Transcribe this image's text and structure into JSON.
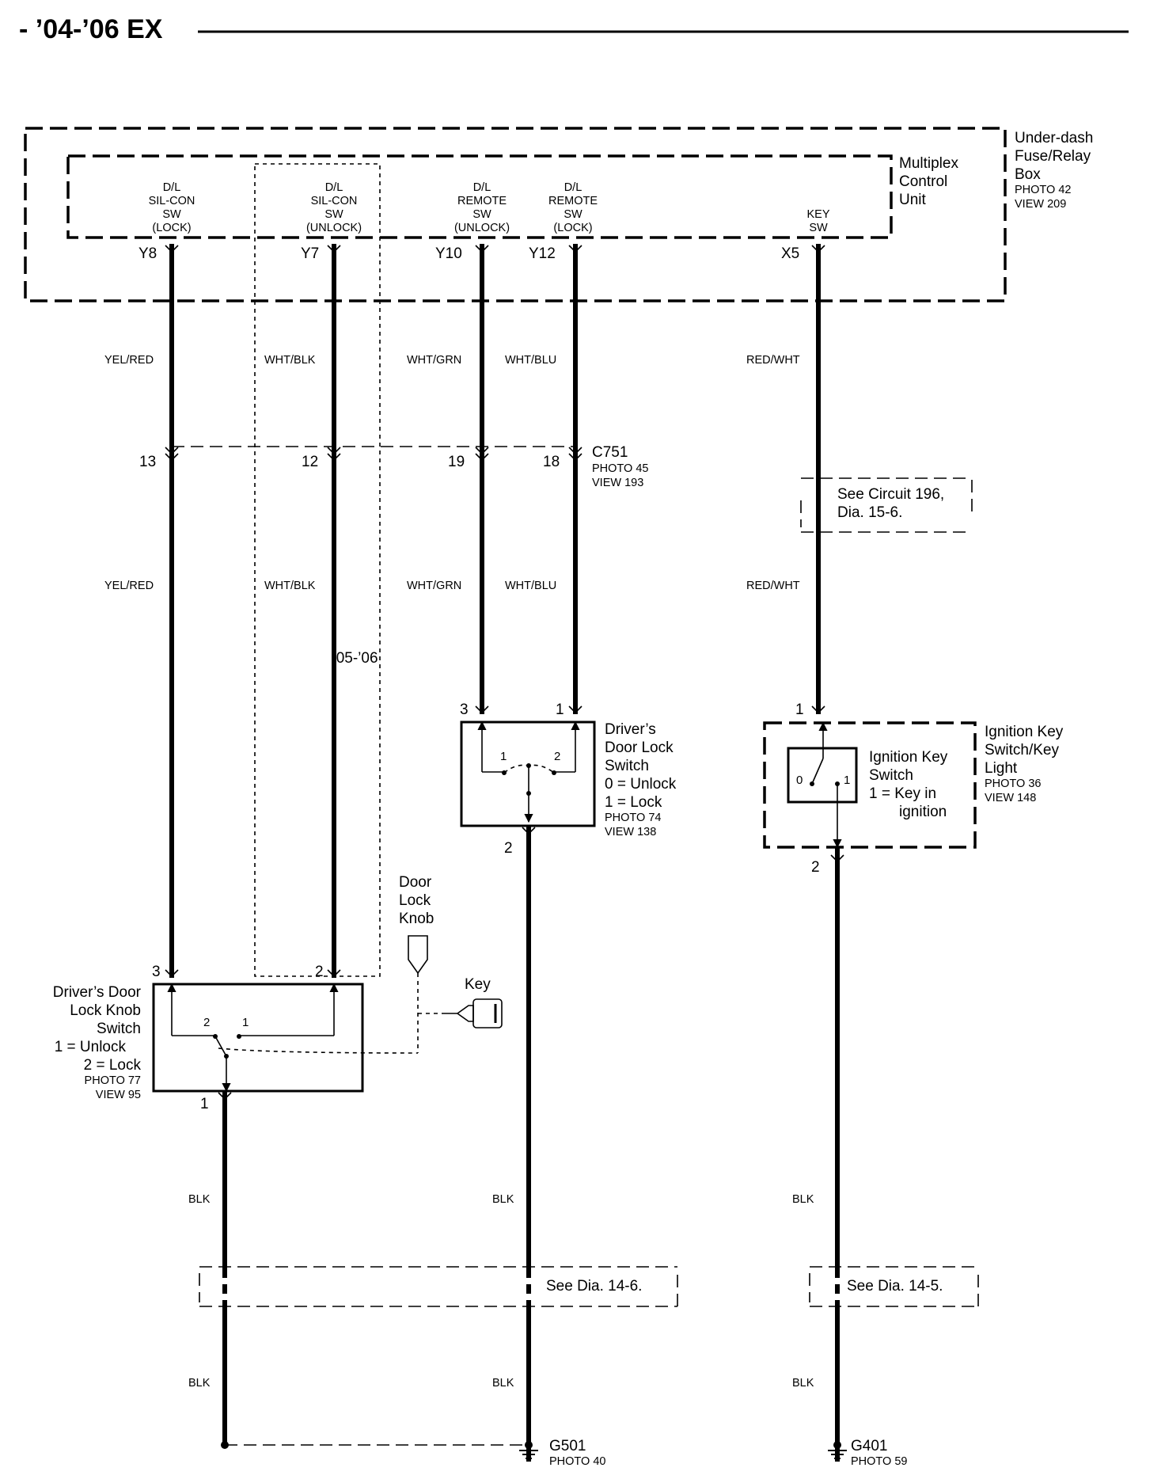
{
  "title": "- ’04-’06 EX",
  "fuse_box": {
    "l1": "Under-dash",
    "l2": "Fuse/Relay",
    "l3": "Box",
    "photo": "PHOTO 42",
    "view": "VIEW 209"
  },
  "mcu": {
    "l1": "Multiplex",
    "l2": "Control",
    "l3": "Unit"
  },
  "terminals": [
    {
      "lines": [
        "D/L",
        "SIL-CON",
        "SW",
        "(LOCK)"
      ],
      "pin": "Y8"
    },
    {
      "lines": [
        "D/L",
        "SIL-CON",
        "SW",
        "(UNLOCK)"
      ],
      "pin": "Y7"
    },
    {
      "lines": [
        "D/L",
        "REMOTE",
        "SW",
        "(UNLOCK)"
      ],
      "pin": "Y10"
    },
    {
      "lines": [
        "D/L",
        "REMOTE",
        "SW",
        "(LOCK)"
      ],
      "pin": "Y12"
    },
    {
      "lines": [
        "KEY",
        "SW"
      ],
      "pin": "X5"
    }
  ],
  "wire_colors": {
    "yel_red": "YEL/RED",
    "wht_blk": "WHT/BLK",
    "wht_grn": "WHT/GRN",
    "wht_blu": "WHT/BLU",
    "red_wht": "RED/WHT",
    "blk": "BLK"
  },
  "connector": {
    "name": "C751",
    "photo": "PHOTO 45",
    "view": "VIEW 193",
    "pins": [
      "13",
      "12",
      "19",
      "18"
    ]
  },
  "see_circuit": {
    "l1": "See Circuit 196,",
    "l2": "Dia. 15-6."
  },
  "year_note": "’05-’06",
  "door_lock_switch": {
    "l1": "Driver’s",
    "l2": "Door Lock",
    "l3": "Switch",
    "l4": "0 =  Unlock",
    "l5": "1 =  Lock",
    "photo": "PHOTO 74",
    "view": "VIEW 138",
    "pin_top_left": "3",
    "pin_top_right": "1",
    "pin_bottom": "2",
    "contact1": "1",
    "contact2": "2"
  },
  "ignition_box": {
    "l1": "Ignition Key",
    "l2": "Switch/Key",
    "l3": "Light",
    "photo": "PHOTO 36",
    "view": "VIEW 148",
    "pin_top": "1",
    "pin_bottom": "2"
  },
  "ignition_switch": {
    "l1": "Ignition Key",
    "l2": "Switch",
    "l3": "1 = Key in",
    "l4": "ignition",
    "c0": "0",
    "c1": "1"
  },
  "door_lock_knob": {
    "l1": "Door",
    "l2": "Lock",
    "l3": "Knob"
  },
  "key_label": "Key",
  "knob_switch": {
    "l1": "Driver’s Door",
    "l2": "Lock Knob",
    "l3": "Switch",
    "l4": "1 = Unlock",
    "l5": "2 = Lock",
    "photo": "PHOTO 77",
    "view": "VIEW 95",
    "pin_left": "3",
    "pin_right": "2",
    "pin_bottom": "1",
    "c2": "2",
    "c1": "1"
  },
  "see_dia_1": "See Dia. 14-6.",
  "see_dia_2": "See Dia. 14-5.",
  "ground1": {
    "name": "G501",
    "photo": "PHOTO 40"
  },
  "ground2": {
    "name": "G401",
    "photo": "PHOTO 59"
  }
}
